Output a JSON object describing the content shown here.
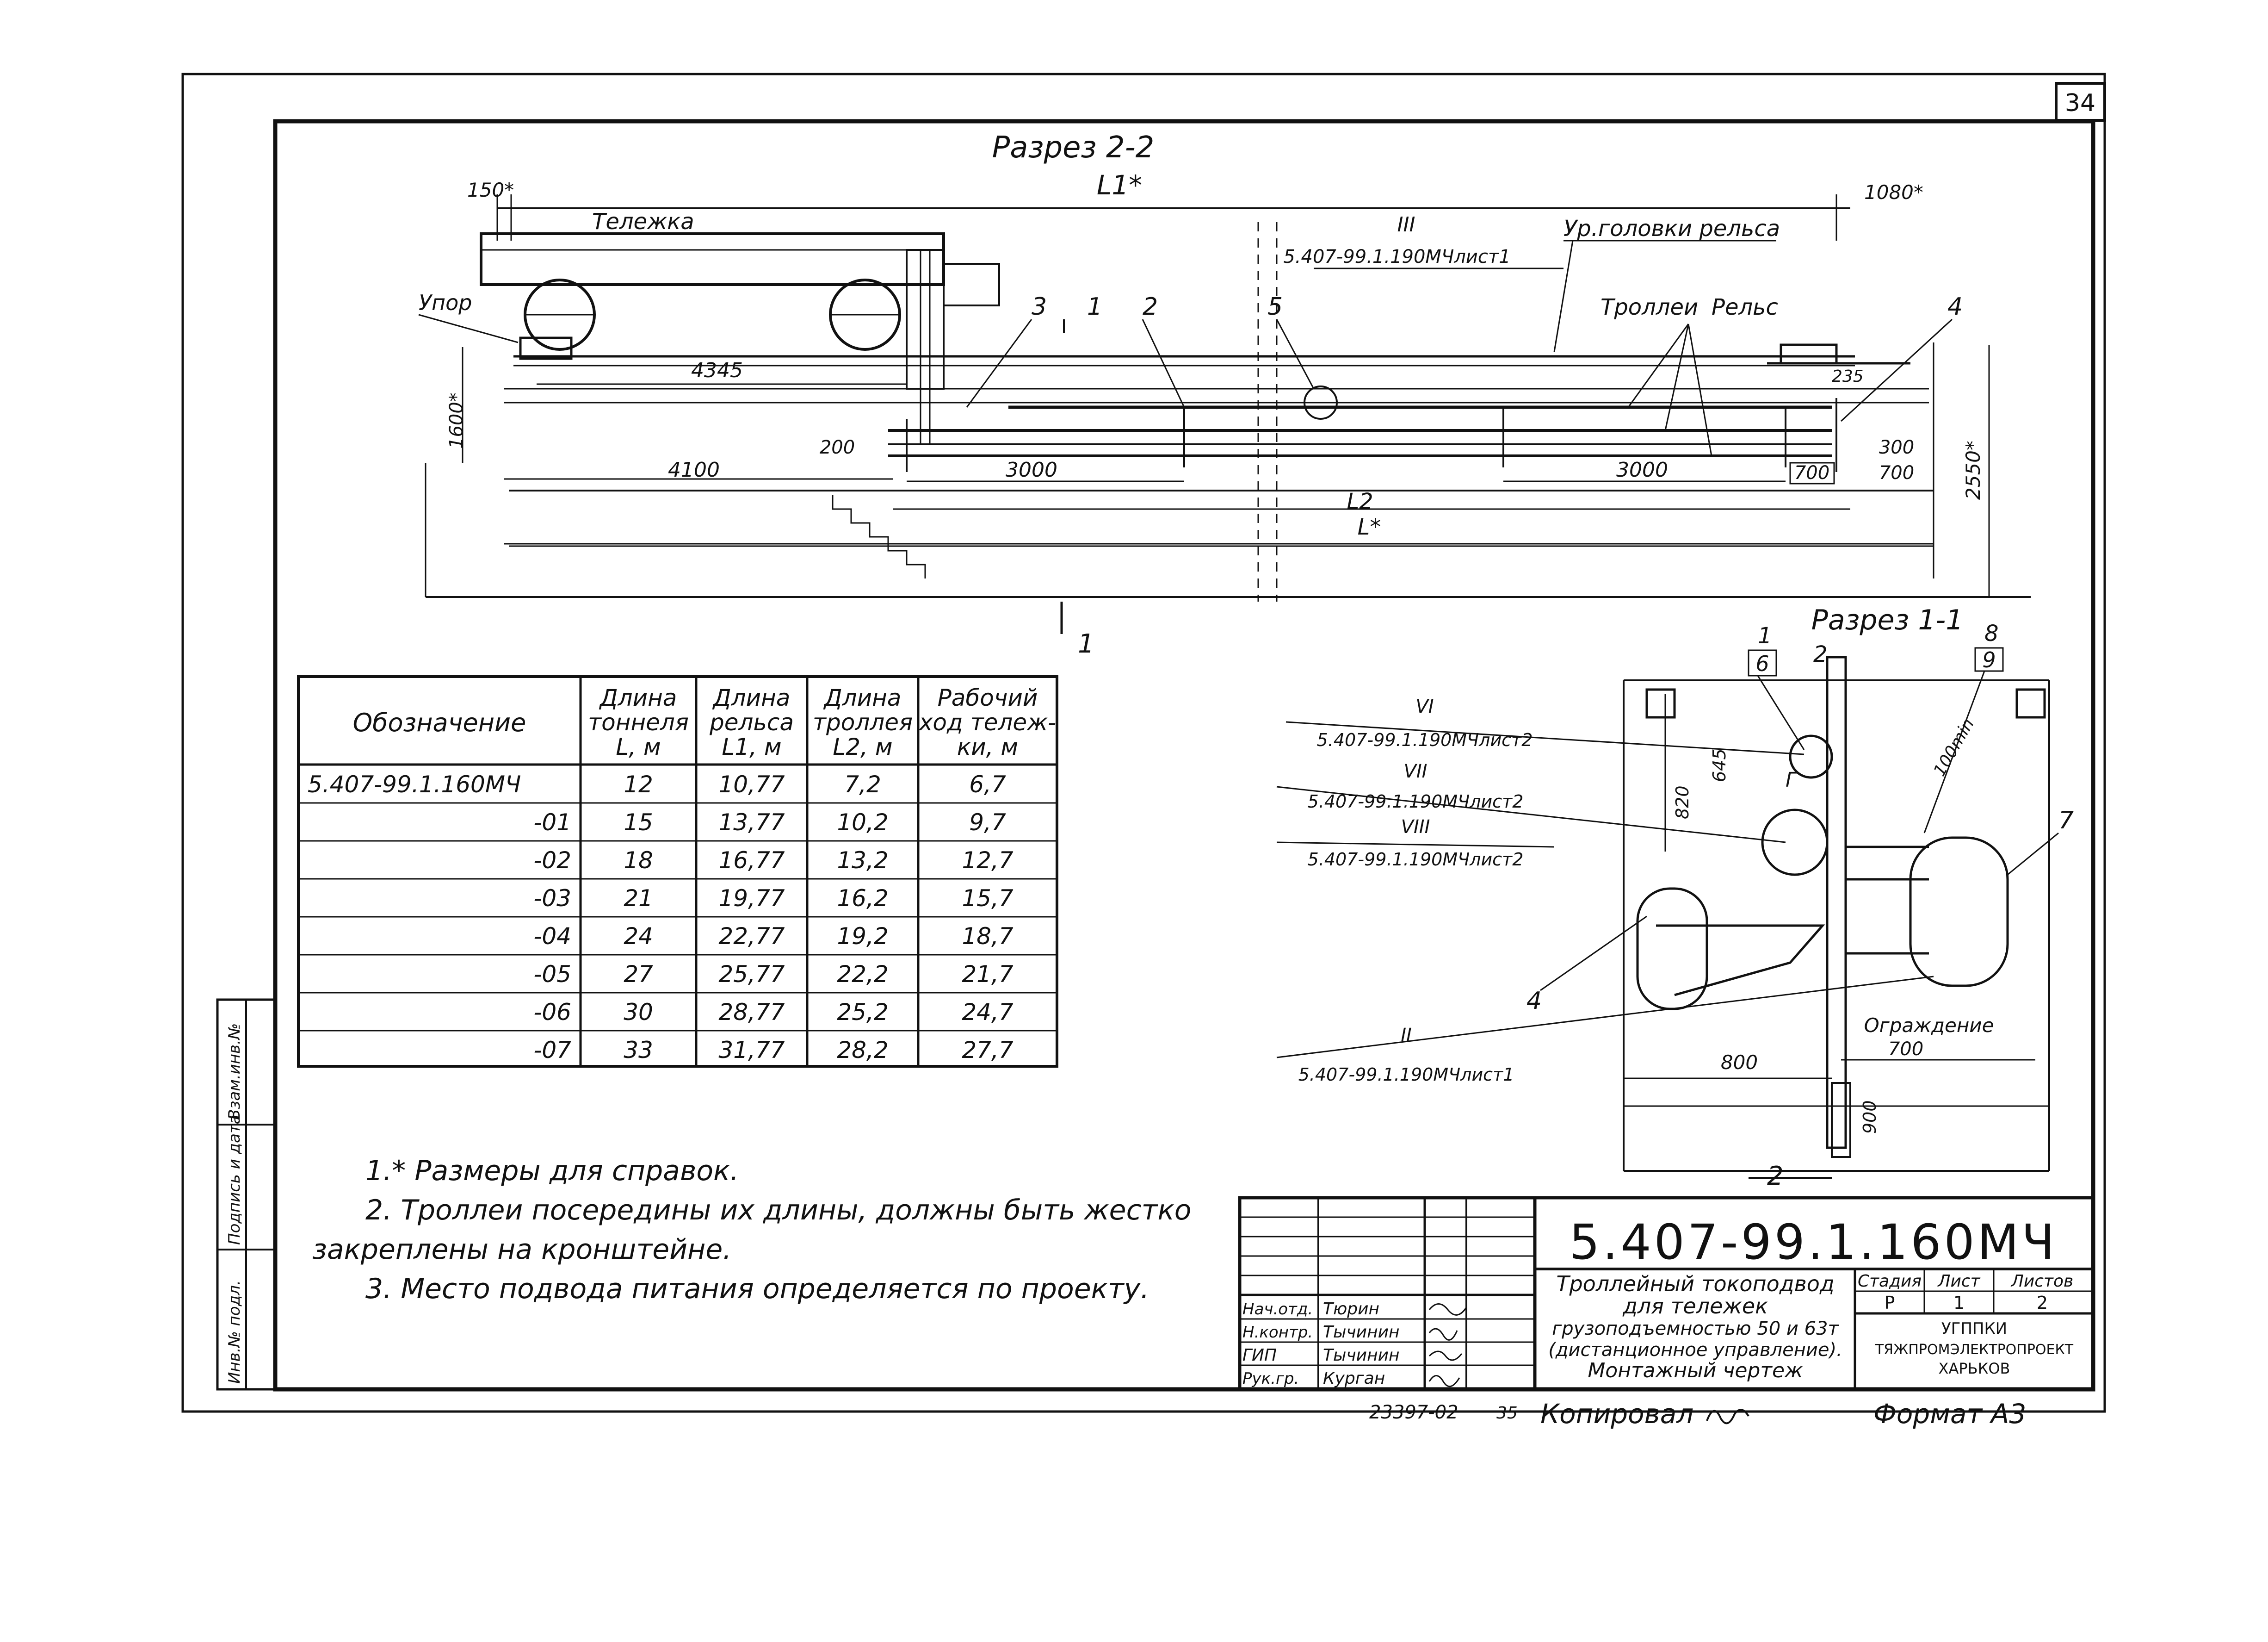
{
  "sheet": {
    "number": "34",
    "side_stamp": [
      "Инв.№ подл.",
      "Подпись и дата",
      "Взам.инв.№"
    ]
  },
  "section22": {
    "title": "Разрез 2-2",
    "labels": {
      "L1": "L1*",
      "d150": "150*",
      "d1080": "1080*",
      "trolley": "Тележка",
      "stop": "Упор",
      "rail_head": "Ур.головки рельса",
      "trolleys_rail": "Троллеи",
      "rail": "Рельс",
      "ref_III": "III",
      "ref_III_doc": "5.407-99.1.190МЧлист1",
      "d4345": "4345",
      "d1600": "1600*",
      "d4100": "4100",
      "d200": "200",
      "d3000a": "3000",
      "d3000b": "3000",
      "d700": "700",
      "d300": "300",
      "d700b": "700",
      "d235": "235",
      "d2550": "2550*",
      "L2": "L2",
      "L": "L*",
      "cut1a": "1",
      "cut1b": "1",
      "pos1": "1",
      "pos2": "2",
      "pos3": "3",
      "pos4": "4",
      "pos5": "5"
    }
  },
  "section11": {
    "title": "Разрез 1-1",
    "labels": {
      "p1": "1",
      "p6": "6",
      "p2": "2",
      "p8": "8",
      "p9": "9",
      "p7": "7",
      "p4": "4",
      "g": "Г",
      "d820": "820",
      "d645": "645",
      "d100": "100min",
      "d800": "800",
      "d700": "700",
      "d900": "900",
      "fence": "Ограждение",
      "cut2": "2",
      "ref_VI": "VI",
      "ref_VI_doc": "5.407-99.1.190МЧлист2",
      "ref_VII": "VII",
      "ref_VII_doc": "5.407-99.1.190МЧлист2",
      "ref_VIII": "VIII",
      "ref_VIII_doc": "5.407-99.1.190МЧлист2",
      "ref_II": "II",
      "ref_II_doc": "5.407-99.1.190МЧлист1"
    }
  },
  "table": {
    "headers": [
      [
        "Обозначение"
      ],
      [
        "Длина",
        "тоннеля",
        "L, м"
      ],
      [
        "Длина",
        "рельса",
        "L1, м"
      ],
      [
        "Длина",
        "троллея",
        "L2, м"
      ],
      [
        "Рабочий",
        "ход тележ-",
        "ки, м"
      ]
    ],
    "rows": [
      [
        "5.407-99.1.160МЧ",
        "12",
        "10,77",
        "7,2",
        "6,7"
      ],
      [
        "-01",
        "15",
        "13,77",
        "10,2",
        "9,7"
      ],
      [
        "-02",
        "18",
        "16,77",
        "13,2",
        "12,7"
      ],
      [
        "-03",
        "21",
        "19,77",
        "16,2",
        "15,7"
      ],
      [
        "-04",
        "24",
        "22,77",
        "19,2",
        "18,7"
      ],
      [
        "-05",
        "27",
        "25,77",
        "22,2",
        "21,7"
      ],
      [
        "-06",
        "30",
        "28,77",
        "25,2",
        "24,7"
      ],
      [
        "-07",
        "33",
        "31,77",
        "28,2",
        "27,7"
      ]
    ]
  },
  "notes": {
    "n1": "1.* Размеры для справок.",
    "n2a": "2. Троллеи посередины их длины, должны быть жестко",
    "n2b": "закреплены на кронштейне.",
    "n3": "3. Место подвода питания определяется по проекту."
  },
  "title_block": {
    "designation": "5.407-99.1.160МЧ",
    "title_lines": [
      "Троллейный токоподвод",
      "для тележек",
      "грузоподъемностью 50 и 63т",
      "(дистанционное управление).",
      "Монтажный чертеж"
    ],
    "stage_label": "Стадия",
    "sheet_label": "Лист",
    "sheets_label": "Листов",
    "stage": "Р",
    "sheet": "1",
    "sheets": "2",
    "org": [
      "УГППКИ",
      "ТЯЖПРОМЭЛЕКТРОПРОЕКТ",
      "ХАРЬКОВ"
    ],
    "roles": [
      {
        "role": "Нач.отд.",
        "name": "Тюрин"
      },
      {
        "role": "Н.контр.",
        "name": "Тычинин"
      },
      {
        "role": "ГИП",
        "name": "Тычинин"
      },
      {
        "role": "Рук.гр.",
        "name": "Курган"
      }
    ]
  },
  "footer": {
    "number": "23397-02",
    "page": "35",
    "copied": "Копировал",
    "format": "Формат А3"
  }
}
